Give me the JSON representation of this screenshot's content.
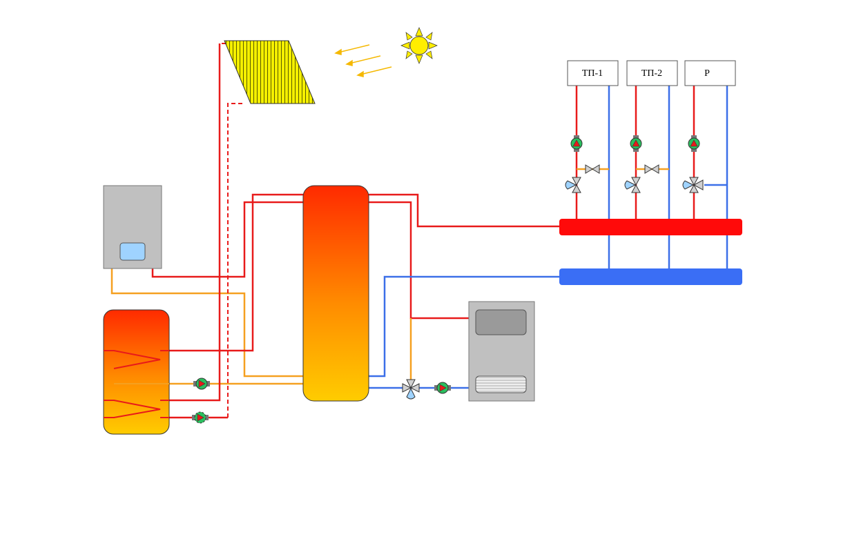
{
  "consumers": [
    {
      "label": "ТП-1"
    },
    {
      "label": "ТП-2"
    },
    {
      "label": "Р"
    }
  ],
  "colors": {
    "supply": "#e81a1a",
    "return": "#3b6fe8",
    "dhw_loop": "#f5a020",
    "collector_loop": "#e81a1a",
    "hot_manifold": "#ff0a0a",
    "cold_manifold": "#3a6ef5",
    "tank_top": "#ff2a00",
    "tank_bottom": "#ffcc00",
    "appliance": "#c0c0c0",
    "pump": "#2bbf5f",
    "sun": "#ffee00",
    "collector": "#f5f000"
  },
  "icons": [
    "sun-icon",
    "solar-collector-icon",
    "pump-icon",
    "balancing-valve-icon",
    "three-way-valve-icon"
  ]
}
